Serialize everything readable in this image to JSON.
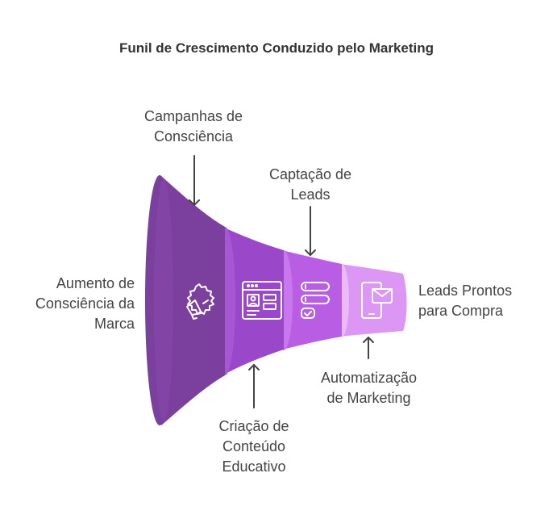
{
  "title": "Funil de Crescimento Conduzido pelo Marketing",
  "stages": [
    {
      "label": "Aumento de\nConsciência da\nMarca",
      "icon": "megaphone-icon",
      "color": "#7b3f9e"
    },
    {
      "label": "Criação de\nConteúdo\nEducativo",
      "icon": "webpage-icon",
      "color": "#9a47c9"
    },
    {
      "label": "Captação de\nLeads",
      "icon": "form-icon",
      "color": "#b95de4"
    },
    {
      "label": "Automatização\nde Marketing",
      "icon": "mobile-email-icon",
      "color": "#dc97f5"
    }
  ],
  "top_labels": [
    {
      "text": "Campanhas de\nConsciência"
    },
    {
      "text": "Captação de\nLeads"
    }
  ],
  "bottom_labels": [
    {
      "text": "Criação de\nConteúdo\nEducativo"
    },
    {
      "text": "Automatização\nde Marketing"
    }
  ],
  "left_label": "Aumento de\nConsciência da\nMarca",
  "end_label": "Leads Prontos\npara Compra"
}
